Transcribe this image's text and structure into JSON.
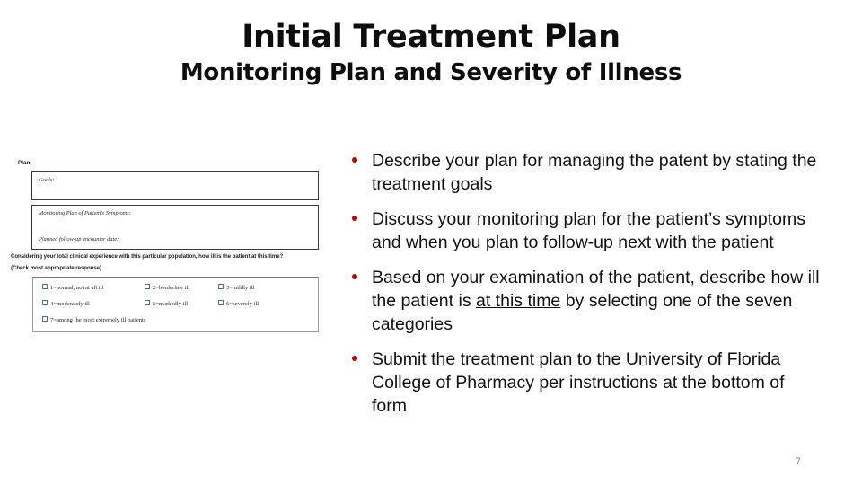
{
  "slide": {
    "title": "Initial Treatment Plan",
    "subtitle": "Monitoring Plan and Severity of Illness",
    "page_number": "7",
    "background_color": "#ffffff",
    "bullet_color": "#C00000",
    "title_color": "#0d0d0d",
    "page_number_color": "#808080"
  },
  "form": {
    "plan_label": "Plan",
    "goals_label": "Goals:",
    "monitoring_label": "Monitoring Plan of Patient's Symptoms:",
    "followup_label": "Planned follow-up encounter date:",
    "question": "Considering your total clinical experience with this particular population, how ill is the patient at this time?",
    "question_sub": "(Check most appropriate response)",
    "options": [
      "1=normal, not at all ill",
      "2=borderline ill",
      "3=mildly ill",
      "4=moderately ill",
      "5=markedly ill",
      "6=severely ill",
      "7=among the most extremely ill patients"
    ]
  },
  "bullets": [
    {
      "pre": "Describe your plan for managing the patent by stating the treatment goals",
      "underline": "",
      "post": ""
    },
    {
      "pre": "Discuss your monitoring plan for the patient’s symptoms and when you plan to follow-up next with the patient",
      "underline": "",
      "post": ""
    },
    {
      "pre": "Based on your examination of the patient, describe how ill the patient is ",
      "underline": "at this time",
      "post": " by selecting one of the seven categories"
    },
    {
      "pre": "Submit the treatment plan to the University of Florida College of Pharmacy per instructions at the bottom of form",
      "underline": "",
      "post": ""
    }
  ]
}
